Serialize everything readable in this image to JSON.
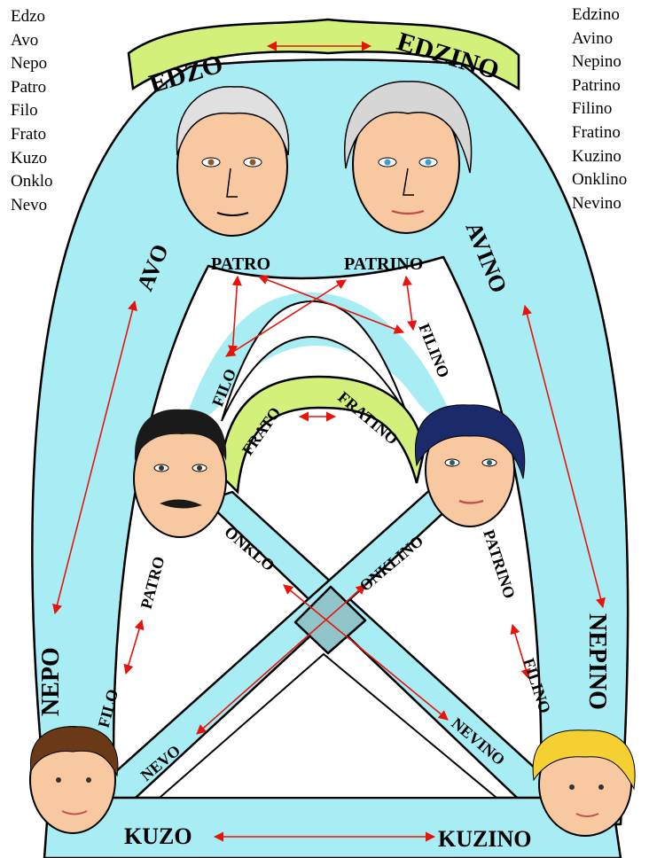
{
  "left_list": [
    "Edzo",
    "Avo",
    "Nepo",
    "Patro",
    "Filo",
    "Frato",
    "Kuzo",
    "Onklo",
    "Nevo"
  ],
  "right_list": [
    "Edzino",
    "Avino",
    "Nepino",
    "Patrino",
    "Filino",
    "Fratino",
    "Kuzino",
    "Onklino",
    "Nevino"
  ],
  "labels": {
    "edzo": "EDZO",
    "edzino": "EDZINO",
    "avo": "AVO",
    "avino": "AVINO",
    "patro_top": "PATRO",
    "patrino_top": "PATRINO",
    "filo_top": "FILO",
    "filino_top": "FILINO",
    "frato": "FRATO",
    "fratino": "FRATINO",
    "onklo": "ONKLO",
    "onklino": "ONKLINO",
    "patro_low": "PATRO",
    "patrino_low": "PATRINO",
    "filo_low": "FILO",
    "filino_low": "FILINO",
    "nepo": "NEPO",
    "nepino": "NEPINO",
    "nevo": "NEVO",
    "nevino": "NEVINO",
    "kuzo": "KUZO",
    "kuzino": "KUZINO"
  },
  "colors": {
    "band": "#a8ecf4",
    "band_dark": "#8fc4c8",
    "marriage": "#d2f07a",
    "arrow": "#e8140c",
    "outline": "#000000"
  },
  "icons": [
    "grandfather-face",
    "grandmother-face",
    "father-face",
    "mother-face",
    "boy-face",
    "girl-face"
  ]
}
